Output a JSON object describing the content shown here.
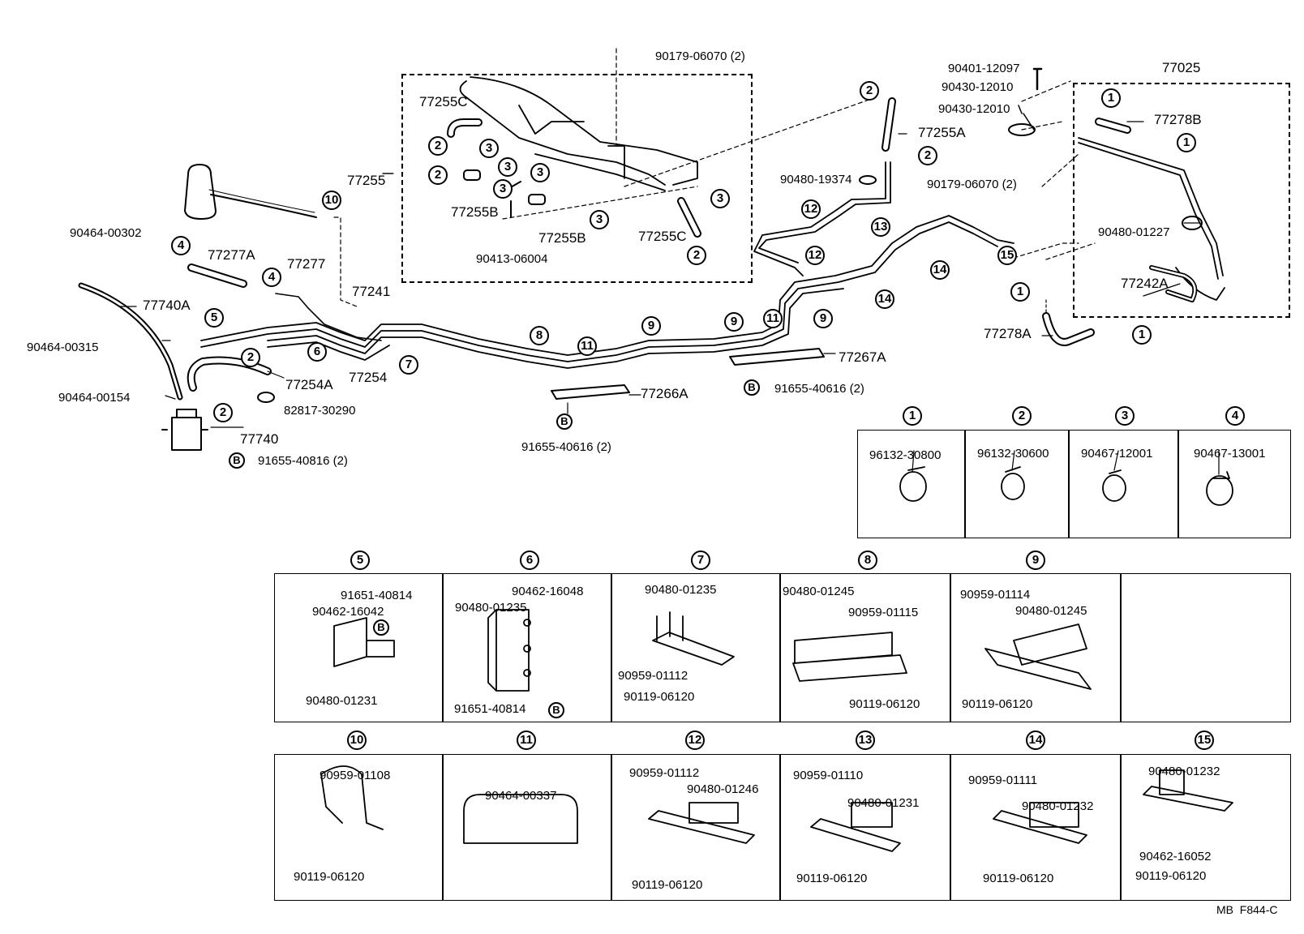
{
  "diagram": {
    "reference": "MB  F844-C",
    "labels": [
      {
        "id": "l1",
        "text": "90179-06070 (2)"
      },
      {
        "id": "l2",
        "text": "77255C"
      },
      {
        "id": "l3",
        "text": "77255"
      },
      {
        "id": "l4",
        "text": "77255B"
      },
      {
        "id": "l5",
        "text": "77255B"
      },
      {
        "id": "l6",
        "text": "90413-06004"
      },
      {
        "id": "l7",
        "text": "77255C"
      },
      {
        "id": "l8",
        "text": "90464-00302"
      },
      {
        "id": "l9",
        "text": "77277A"
      },
      {
        "id": "l10",
        "text": "77277"
      },
      {
        "id": "l11",
        "text": "77241"
      },
      {
        "id": "l12",
        "text": "77740A"
      },
      {
        "id": "l13",
        "text": "90464-00315"
      },
      {
        "id": "l14",
        "text": "77254"
      },
      {
        "id": "l15",
        "text": "77254A"
      },
      {
        "id": "l16",
        "text": "90464-00154"
      },
      {
        "id": "l17",
        "text": "82817-30290"
      },
      {
        "id": "l18",
        "text": "77740"
      },
      {
        "id": "l19",
        "text": "91655-40816 (2)"
      },
      {
        "id": "l20",
        "text": "77266A"
      },
      {
        "id": "l21",
        "text": "91655-40616 (2)"
      },
      {
        "id": "l22",
        "text": "77267A"
      },
      {
        "id": "l23",
        "text": "91655-40616 (2)"
      },
      {
        "id": "l24",
        "text": "77255A"
      },
      {
        "id": "l25",
        "text": "90480-19374"
      },
      {
        "id": "l26",
        "text": "90401-12097"
      },
      {
        "id": "l27",
        "text": "90430-12010"
      },
      {
        "id": "l28",
        "text": "90430-12010"
      },
      {
        "id": "l29",
        "text": "90179-06070 (2)"
      },
      {
        "id": "l30",
        "text": "77025"
      },
      {
        "id": "l31",
        "text": "77278B"
      },
      {
        "id": "l32",
        "text": "90480-01227"
      },
      {
        "id": "l33",
        "text": "77242A"
      },
      {
        "id": "l34",
        "text": "77278A"
      }
    ],
    "legend_row1": [
      {
        "num": "1",
        "part": "96132-30800"
      },
      {
        "num": "2",
        "part": "96132-30600"
      },
      {
        "num": "3",
        "part": "90467-12001"
      },
      {
        "num": "4",
        "part": "90467-13001"
      }
    ],
    "legend_row2": [
      {
        "num": "5",
        "parts": [
          "91651-40814",
          "90462-16042",
          "90480-01231"
        ],
        "b": "B"
      },
      {
        "num": "6",
        "parts": [
          "90462-16048",
          "90480-01235",
          "91651-40814"
        ],
        "b": "B"
      },
      {
        "num": "7",
        "parts": [
          "90480-01235",
          "90959-01112",
          "90119-06120"
        ]
      },
      {
        "num": "8",
        "parts": [
          "90480-01245",
          "90959-01115",
          "90119-06120"
        ]
      },
      {
        "num": "9",
        "parts": [
          "90959-01114",
          "90480-01245",
          "90119-06120"
        ]
      }
    ],
    "legend_row3": [
      {
        "num": "10",
        "parts": [
          "90959-01108",
          "90119-06120"
        ]
      },
      {
        "num": "11",
        "parts": [
          "90464-00337"
        ]
      },
      {
        "num": "12",
        "parts": [
          "90959-01112",
          "90480-01246",
          "90119-06120"
        ]
      },
      {
        "num": "13",
        "parts": [
          "90959-01110",
          "90480-01231",
          "90119-06120"
        ]
      },
      {
        "num": "14",
        "parts": [
          "90959-01111",
          "90480-01232",
          "90119-06120"
        ]
      },
      {
        "num": "15",
        "parts": [
          "90480-01232",
          "90462-16052",
          "90119-06120"
        ]
      }
    ],
    "callouts": [
      "1",
      "2",
      "3",
      "4",
      "5",
      "6",
      "7",
      "8",
      "9",
      "10",
      "11",
      "12",
      "13",
      "14",
      "15"
    ],
    "b_mark": "B"
  }
}
